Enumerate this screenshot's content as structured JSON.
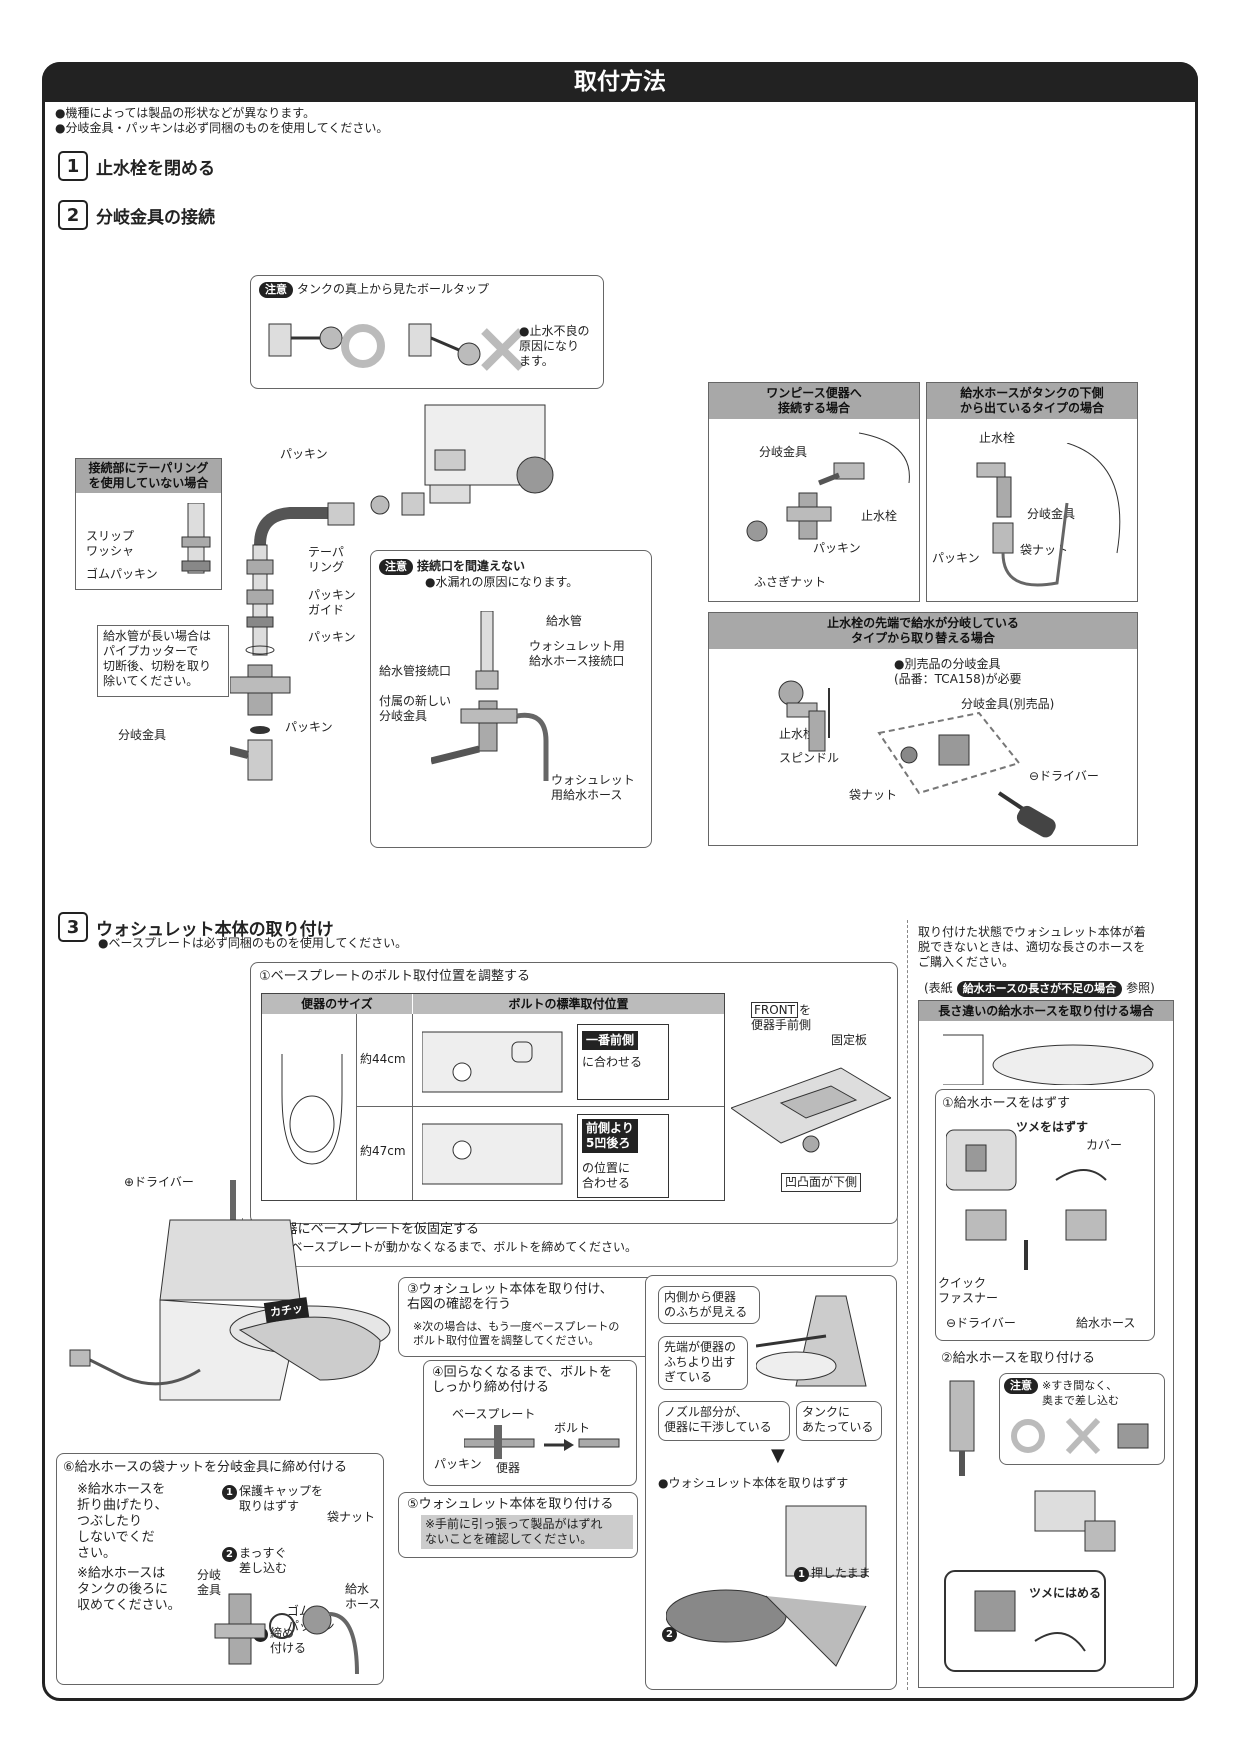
{
  "title": "取付方法",
  "intro": {
    "note1": "●機種によっては製品の形状などが異なります。",
    "note2": "●分岐金具・パッキンは必ず同梱のものを使用してください。"
  },
  "step1": {
    "num": "1",
    "label": "止水栓を閉める"
  },
  "step2": {
    "num": "2",
    "label": "分岐金具の接続",
    "caution_top": {
      "badge": "注意",
      "text": "タンクの真上から見たボールタップ",
      "ng_note": "●止水不良の\n原因になり\nます。"
    },
    "no_taper_box": {
      "title": "接続部にテーパリング\nを使用していない場合",
      "slip": "スリップ\nワッシャ",
      "rubber": "ゴムパッキン"
    },
    "parts": {
      "packing_top": "パッキン",
      "taper_ring": "テーパ\nリング",
      "packing_guide": "パッキン\nガイド",
      "packing_mid": "パッキン",
      "packing_low": "パッキン",
      "branch_fitting": "分岐金具"
    },
    "pipe_note": "給水管が長い場合は\nパイプカッターで\n切断後、切粉を取り\n除いてください。",
    "caution_connect": {
      "badge": "注意",
      "title": "接続口を間違えない",
      "sub": "●水漏れの原因になります。",
      "supply_pipe": "給水管",
      "supply_port": "給水管接続口",
      "washlet_port": "ウォシュレット用\n給水ホース接続口",
      "new_fitting": "付属の新しい\n分岐金具",
      "washlet_hose": "ウォシュレット\n用給水ホース"
    }
  },
  "side_boxes": {
    "onepiece": {
      "title": "ワンピース便器へ\n接続する場合",
      "branch": "分岐金具",
      "stop_valve": "止水栓",
      "packing": "パッキン",
      "cap_nut": "ふさぎナット"
    },
    "under_tank": {
      "title": "給水ホースがタンクの下側\nから出ているタイプの場合",
      "stop_valve": "止水栓",
      "branch": "分岐金具",
      "packing": "パッキン",
      "bag_nut": "袋ナット"
    },
    "replace": {
      "title": "止水栓の先端で給水が分岐している\nタイプから取り替える場合",
      "note": "●別売品の分岐金具\n(品番：TCA158)が必要",
      "branch_sold": "分岐金具(別売品)",
      "stop_valve": "止水栓",
      "spindle": "スピンドル",
      "bag_nut": "袋ナット",
      "driver": "⊖ドライバー"
    }
  },
  "step3": {
    "num": "3",
    "label": "ウォシュレット本体の取り付け",
    "note": "●ベースプレートは必ず同梱のものを使用してください。",
    "sub1": {
      "label": "①ベースプレートのボルト取付位置を調整する",
      "col_size": "便器のサイズ",
      "col_pos": "ボルトの標準取付位置",
      "rows": [
        {
          "size": "約44cm",
          "tag": "一番前側",
          "tag2": "に合わせる"
        },
        {
          "size": "約47cm",
          "tag": "前側より\n5凹後ろ",
          "tag2": "の位置に\n合わせる"
        }
      ],
      "front": "FRONT",
      "front_note": "を\n便器手前側",
      "fixed_plate": "固定板",
      "concave": "凹凸面が下側"
    },
    "driver_plus": "⊕ドライバー",
    "sub2": {
      "label": "②便器にベースプレートを仮固定する",
      "note": "●ベースプレートが動かなくなるまで、ボルトを締めてください。"
    },
    "click": "カチッ",
    "sub3": {
      "label": "③ウォシュレット本体を取り付け、\n右図の確認を行う",
      "note": "※次の場合は、もう一度ベースプレートの\nボルト取付位置を調整してください。"
    },
    "checks": {
      "c1": "内側から便器\nのふちが見える",
      "c2": "先端が便器の\nふちより出す\nぎている",
      "c3": "ノズル部分が、\n便器に干渉している",
      "c4": "タンクに\nあたっている",
      "remove": "●ウォシュレット本体を取りはずす",
      "push": "押したまま"
    },
    "sub4": {
      "label": "④回らなくなるまで、ボルトを\nしっかり締め付ける",
      "base_plate": "ベースプレート",
      "bolt": "ボルト",
      "packing": "パッキン",
      "toilet": "便器"
    },
    "sub5": {
      "label": "⑤ウォシュレット本体を取り付ける",
      "note": "※手前に引っ張って製品がはずれ\nないことを確認してください。"
    },
    "sub6": {
      "label": "⑥給水ホースの袋ナットを分岐金具に締め付ける",
      "note1": "※給水ホースを\n折り曲げたり、\nつぶしたり\nしないでくだ\nさい。",
      "note2": "※給水ホースは\nタンクの後ろに\n収めてください。",
      "s1": "保護キャップを\n取りはずす",
      "s2": "まっすぐ\n差し込む",
      "s3": "締め\n付ける",
      "bag_nut": "袋ナット",
      "branch": "分岐\n金具",
      "rubber": "ゴム\nパッキン",
      "hose": "給水\nホース"
    }
  },
  "right_panel": {
    "intro": "取り付けた状態でウォシュレット本体が着\n脱できないときは、適切な長さのホースを\nご購入ください。",
    "ref_prefix": "(表紙",
    "ref_badge": "給水ホースの長さが不足の場合",
    "ref_suffix": "参照)",
    "head": "長さ違いの給水ホースを取り付ける場合",
    "r1": {
      "label": "①給水ホースをはずす",
      "tsume_off": "ツメをはずす",
      "cover": "カバー",
      "quick": "クイック\nファスナー",
      "driver": "⊖ドライバー",
      "hose": "給水ホース"
    },
    "r2": {
      "label": "②給水ホースを取り付ける",
      "badge": "注意",
      "caution": "※すき間なく、\n奥まで差し込む",
      "tsume_on": "ツメにはめる"
    }
  }
}
